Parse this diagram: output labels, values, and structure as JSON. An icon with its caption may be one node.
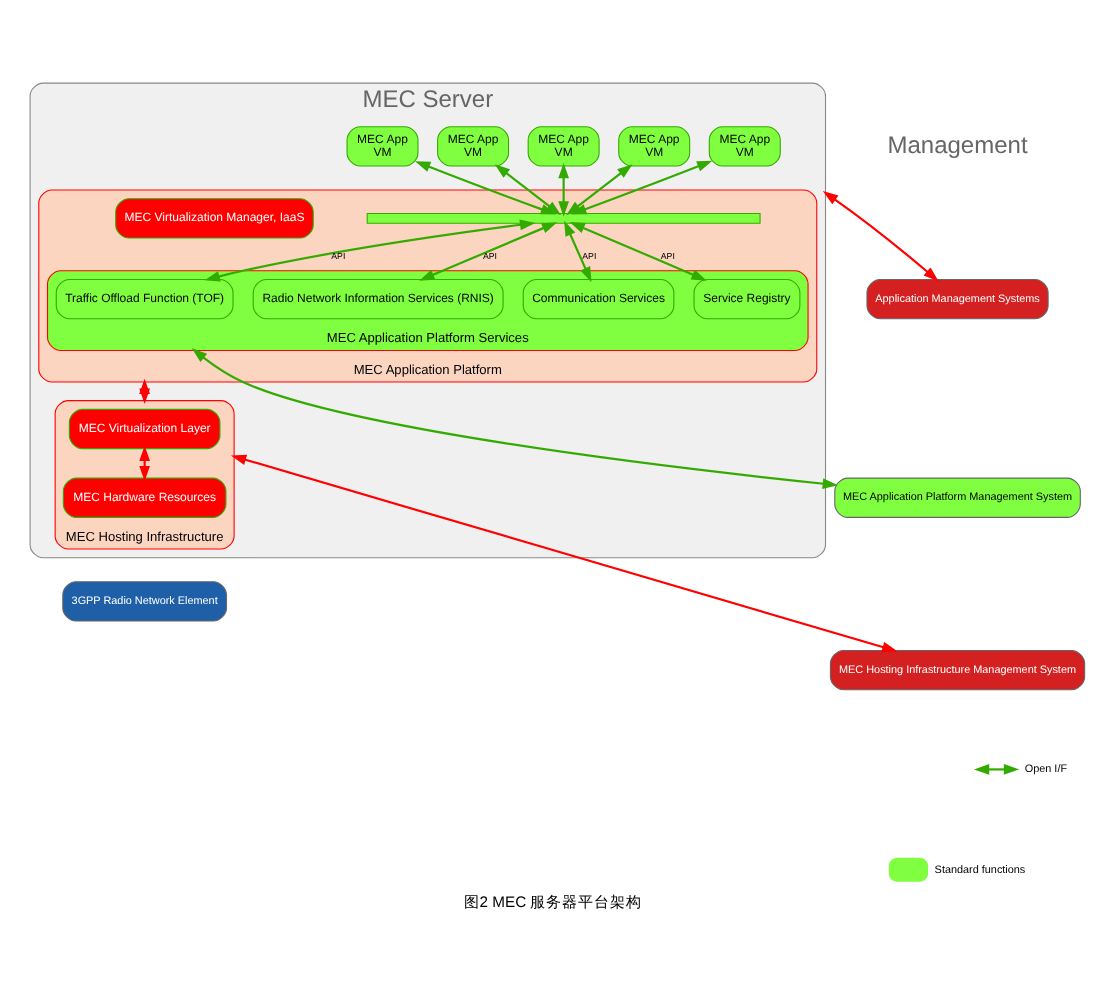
{
  "diagram": {
    "caption": "图2 MEC 服务器平台架构",
    "nodes": [
      {
        "text": [
          "MEC Server"
        ]
      },
      {
        "text": [
          "MEC App",
          "VM"
        ],
        "in": 0
      },
      {
        "text": [
          "MEC App",
          "VM"
        ],
        "in": 0
      },
      {
        "text": [
          "MEC App",
          "VM"
        ],
        "in": 0
      },
      {
        "text": [
          "MEC App",
          "VM"
        ],
        "in": 0
      },
      {
        "text": [
          "MEC App",
          "VM"
        ],
        "in": 0
      },
      {
        "text": [
          "MEC Application Platform"
        ],
        "in": 0
      },
      {
        "text": [
          "MEC Application Platform Services"
        ],
        "in": 6
      },
      {
        "text": [],
        "shape": "bar",
        "in": 6
      },
      {
        "text": [
          "Traffic Offload Function (TOF)"
        ],
        "in": 7
      },
      {
        "text": [
          "Radio Network Information Services (RNIS)"
        ],
        "in": 7
      },
      {
        "text": [
          "Communication Services"
        ],
        "in": 7
      },
      {
        "text": [
          "Service Registry"
        ],
        "in": 7
      },
      {
        "text": [
          "MEC Virtualization Manager, IaaS"
        ],
        "in": 6
      },
      {
        "text": [
          "MEC Hosting Infrastructure"
        ],
        "in": 0
      },
      {
        "text": [
          "MEC Virtualization Layer"
        ],
        "in": 14
      },
      {
        "text": [
          "MEC Hardware Resources"
        ],
        "in": 14
      },
      {
        "text": [
          "3GPP Radio Network Element"
        ]
      },
      {
        "text": [
          "Application Management Systems"
        ]
      },
      {
        "text": [
          "MEC Application Platform Management System"
        ]
      },
      {
        "text": [
          "MEC Hosting Infrastructure Management System"
        ]
      }
    ],
    "edges": [
      {
        "from": 1,
        "to": 8,
        "arrow": "both",
        "color": "#33aa00"
      },
      {
        "from": 2,
        "to": 8,
        "arrow": "both",
        "color": "#33aa00"
      },
      {
        "from": 3,
        "to": 8,
        "arrow": "both",
        "color": "#33aa00"
      },
      {
        "from": 4,
        "to": 8,
        "arrow": "both",
        "color": "#33aa00"
      },
      {
        "from": 5,
        "to": 8,
        "arrow": "both",
        "color": "#33aa00"
      },
      {
        "from": 8,
        "to": 9,
        "arrow": "both",
        "label": "API",
        "color": "#33aa00"
      },
      {
        "from": 8,
        "to": 10,
        "arrow": "both",
        "label": "API",
        "color": "#33aa00"
      },
      {
        "from": 8,
        "to": 11,
        "arrow": "both",
        "label": "API",
        "color": "#33aa00"
      },
      {
        "from": 8,
        "to": 12,
        "arrow": "both",
        "label": "API",
        "color": "#33aa00"
      },
      {
        "from": 6,
        "to": 14,
        "arrow": "both",
        "color": "#ff0000"
      },
      {
        "from": 15,
        "to": 16,
        "arrow": "both",
        "color": "#ff0000"
      },
      {
        "from": 0,
        "to": 18,
        "arrow": "both",
        "color": "#ff0000"
      },
      {
        "from": 7,
        "to": 19,
        "arrow": "both",
        "color": "#33aa00"
      },
      {
        "from": 14,
        "to": 20,
        "arrow": "both",
        "color": "#ff0000"
      }
    ],
    "labels": [
      "Management"
    ],
    "legend": [
      {
        "text": "Open I/F"
      },
      {
        "text": "Standard functions",
        "color": "#7fff3f"
      }
    ]
  }
}
